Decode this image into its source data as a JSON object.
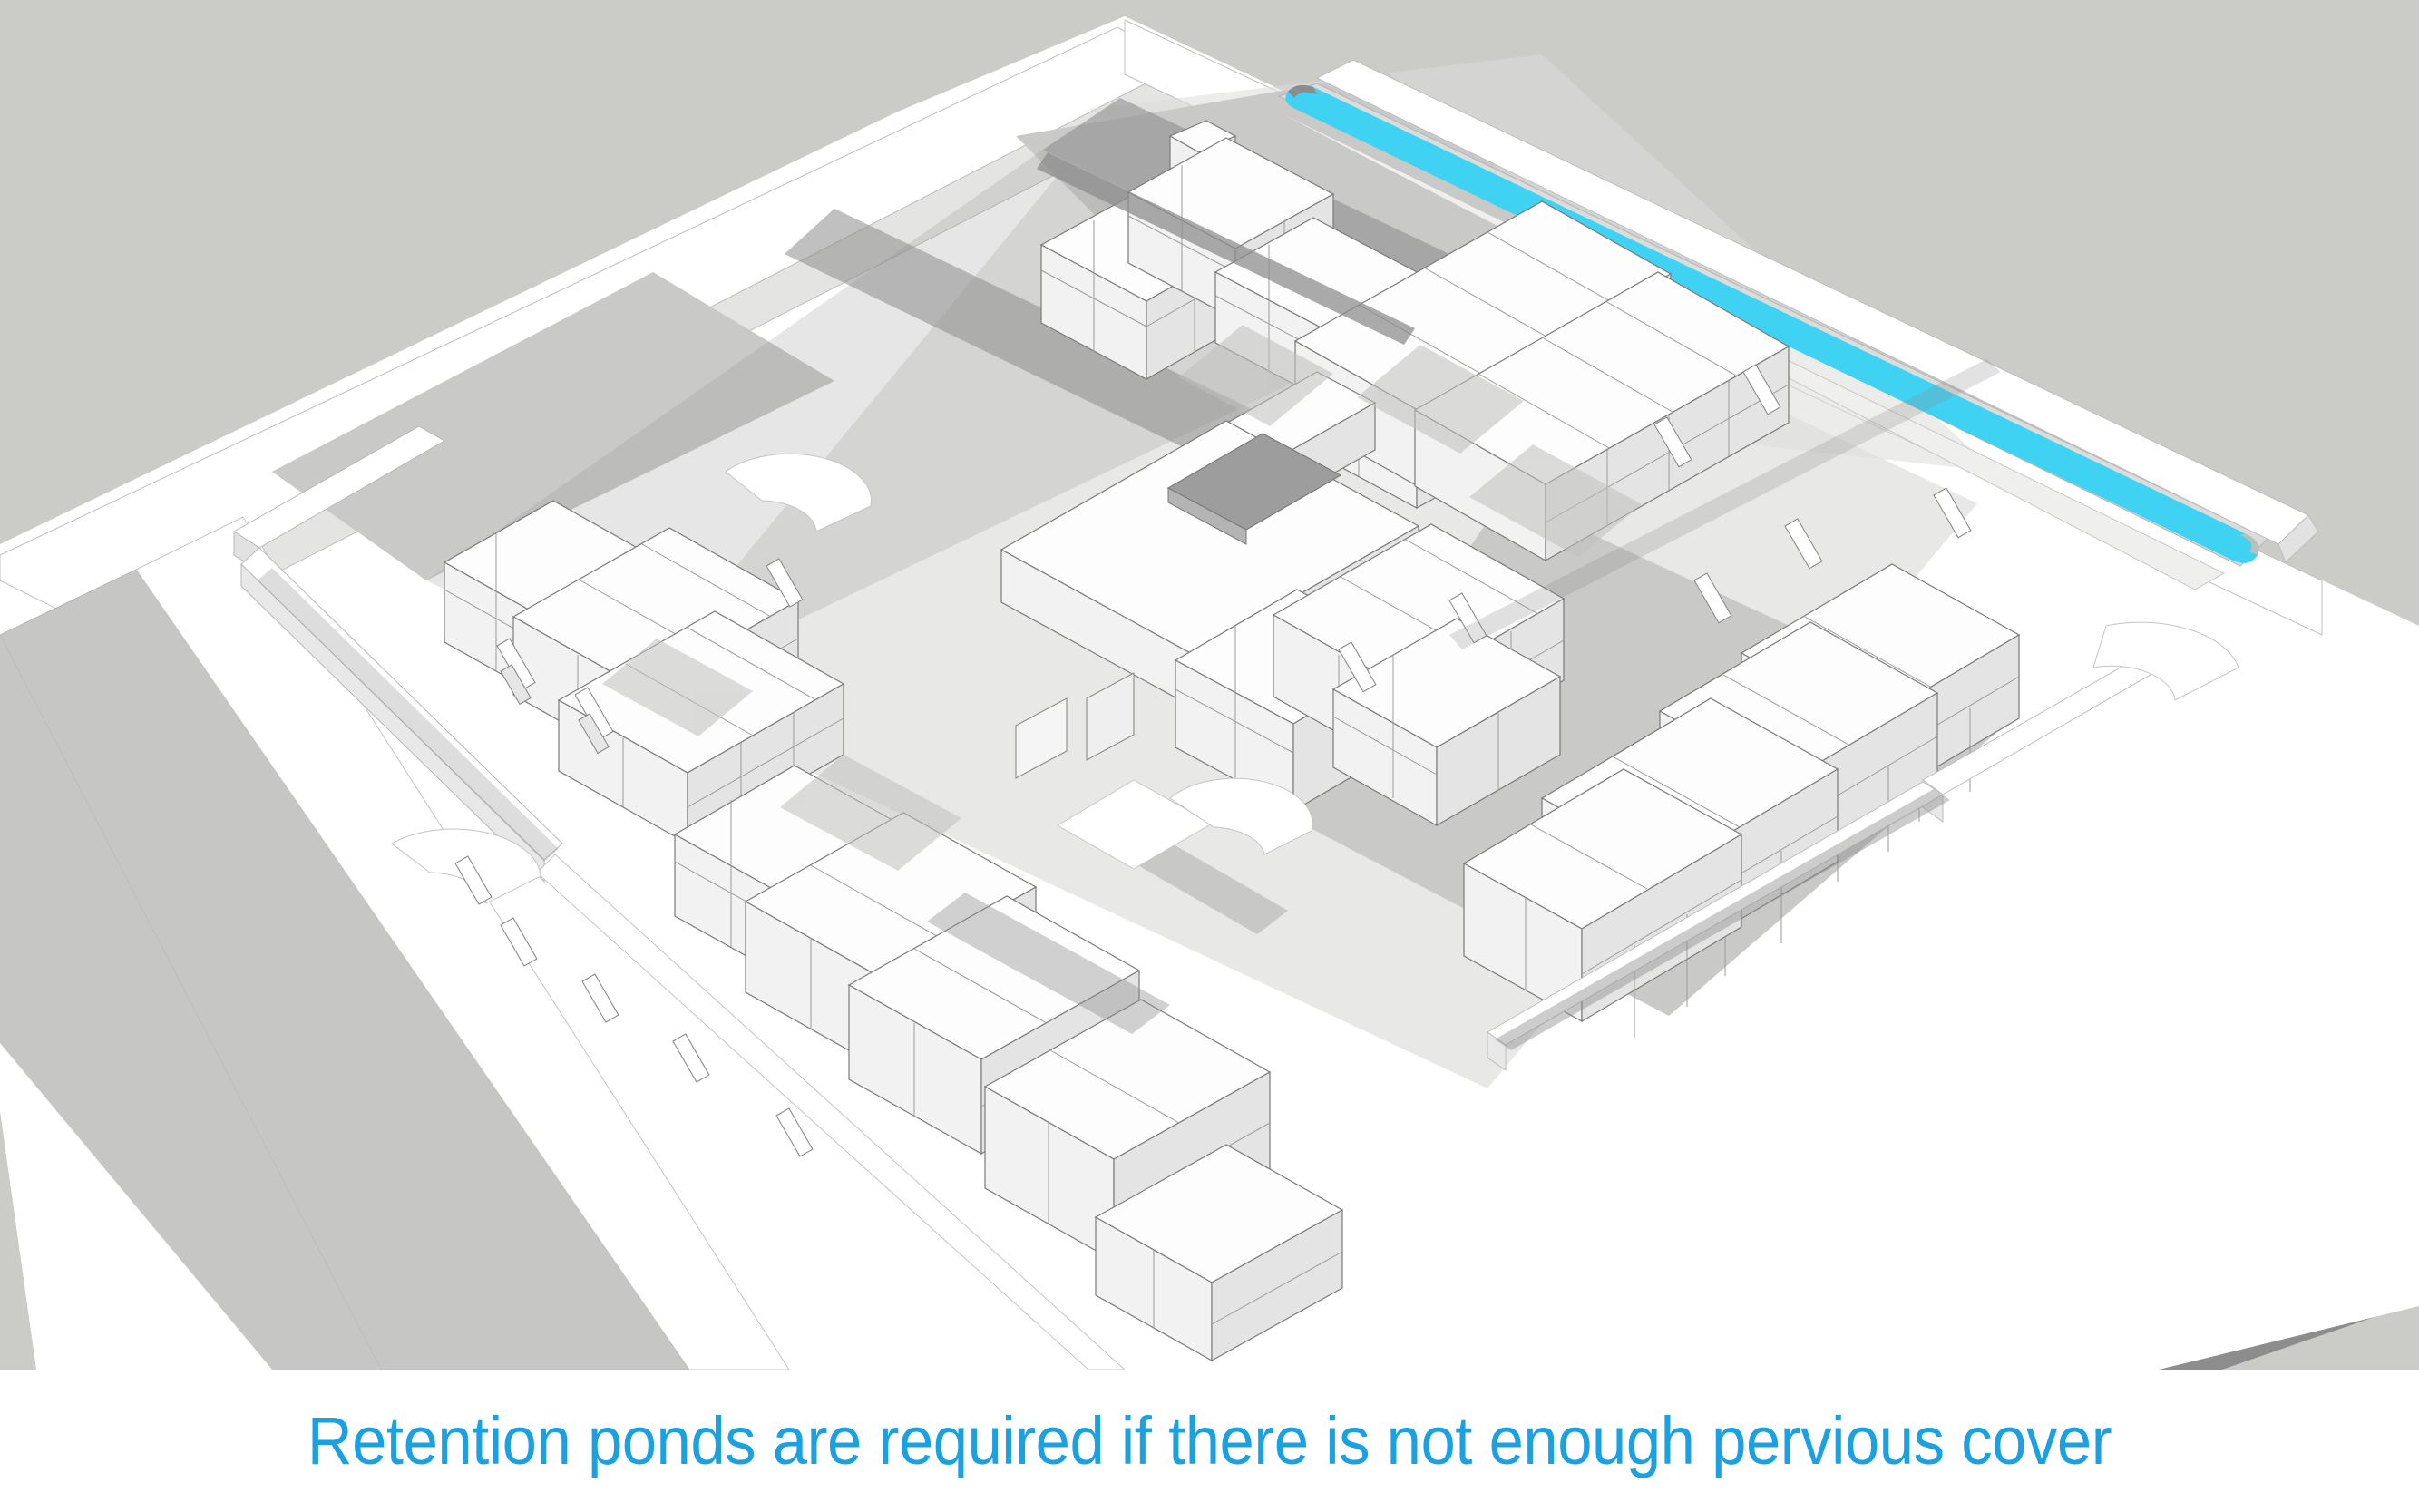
{
  "caption": {
    "text": "Retention ponds are required if there is not enough pervious cover",
    "color": "#1BA1E2"
  },
  "scene": {
    "title": "3D axonometric site massing model with retention pond",
    "view": "axonometric / isometric aerial, SketchUp white-model style",
    "background_color": "#CBCCC8",
    "palette": {
      "sky_ground": "#CBCCC8",
      "site_plate_white": "#FFFFFF",
      "sidewalk_light": "#E9EAE8",
      "road_grey": "#C6C7C4",
      "shadow_grey": "#8D8D8D",
      "soft_shadow": "#D7D8D5",
      "building_roof": "#FDFDFD",
      "building_face_light": "#F2F2F2",
      "building_face_dark": "#E4E4E4",
      "edge_line": "#7A7A7A",
      "pond_water": "#3FD2F2",
      "pond_rim": "#9B9B9B"
    },
    "elements": [
      {
        "name": "retention-pond",
        "kind": "water-body",
        "shape": "elongated rounded rectangle",
        "color": "#3FD2F2",
        "position": "upper-right, along north-east street edge"
      },
      {
        "name": "site-plate",
        "kind": "ground-plane",
        "color": "#FFFFFF"
      },
      {
        "name": "perimeter-roads",
        "kind": "roads",
        "color": "#C6C7C4"
      },
      {
        "name": "north-block",
        "kind": "building-cluster",
        "count": 7
      },
      {
        "name": "west-block",
        "kind": "building-cluster",
        "count": 5
      },
      {
        "name": "center-block",
        "kind": "building-cluster",
        "count": 8
      },
      {
        "name": "east-block",
        "kind": "building-cluster",
        "count": 9
      },
      {
        "name": "south-block",
        "kind": "building-cluster",
        "count": 8
      },
      {
        "name": "courtyard-void",
        "kind": "recessed-court",
        "color": "#9D9D9D"
      },
      {
        "name": "stair-units",
        "kind": "exterior-stairs",
        "count": 14
      }
    ]
  }
}
